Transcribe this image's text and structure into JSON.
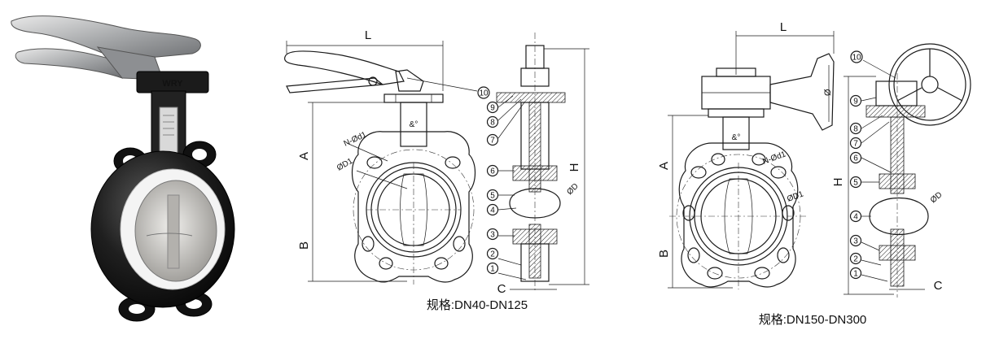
{
  "photo": {
    "brand_mark": "WRY"
  },
  "drawing_small": {
    "dim_length": "L",
    "dim_upper": "A",
    "dim_lower": "B",
    "dim_height": "H",
    "dim_stem_offset": "C",
    "bolt_circle": "ØD1",
    "bolt_holes": "N-Ød1",
    "disc_diameter": "ØD",
    "part_numbers": [
      "1",
      "2",
      "3",
      "4",
      "5",
      "6",
      "7",
      "8",
      "9",
      "10"
    ],
    "caption": "规格:DN40-DN125"
  },
  "drawing_large": {
    "dim_length": "L",
    "dim_upper": "A",
    "dim_lower": "B",
    "dim_height": "H",
    "dim_stem_offset": "C",
    "bolt_circle": "ØD1",
    "bolt_holes": "N-Ød1",
    "disc_diameter": "ØD",
    "handwheel_diameter": "Ø",
    "part_numbers": [
      "1",
      "2",
      "3",
      "4",
      "5",
      "6",
      "7",
      "8",
      "9",
      "10"
    ],
    "caption": "规格:DN150-DN300"
  }
}
